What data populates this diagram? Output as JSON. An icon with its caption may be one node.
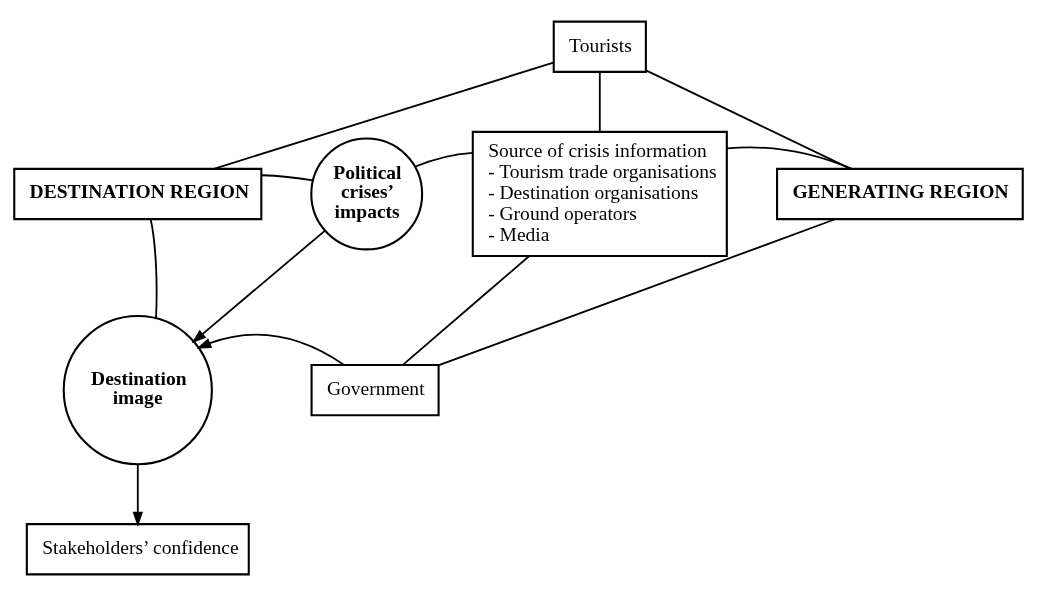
{
  "diagram": {
    "nodes": [
      {
        "text": [
          "Tourists"
        ]
      },
      {
        "text": [
          "DESTINATION REGION"
        ]
      },
      {
        "text": [
          "Political crises’ impacts"
        ]
      },
      {
        "text": [
          "Source of crisis information",
          "- Tourism trade organisations",
          "- Destination organisations",
          "- Ground operators",
          "- Media"
        ]
      },
      {
        "text": [
          "GENERATING REGION"
        ]
      },
      {
        "text": [
          "Destination image"
        ]
      },
      {
        "text": [
          "Government"
        ]
      },
      {
        "text": [
          "Stakeholders’ confidence"
        ]
      }
    ],
    "edges": [
      {
        "from": 0,
        "to": 1,
        "arrow": "none"
      },
      {
        "from": 0,
        "to": 3,
        "arrow": "none"
      },
      {
        "from": 0,
        "to": 4,
        "arrow": "none"
      },
      {
        "from": 1,
        "to": 2,
        "arrow": "none"
      },
      {
        "from": 2,
        "to": 3,
        "arrow": "none"
      },
      {
        "from": 3,
        "to": 4,
        "arrow": "none"
      },
      {
        "from": 1,
        "to": 5,
        "arrow": "none"
      },
      {
        "from": 2,
        "to": 5,
        "arrow": "to"
      },
      {
        "from": 3,
        "to": 6,
        "arrow": "none"
      },
      {
        "from": 4,
        "to": 6,
        "arrow": "none"
      },
      {
        "from": 6,
        "to": 5,
        "arrow": "to"
      },
      {
        "from": 5,
        "to": 7,
        "arrow": "to"
      }
    ]
  }
}
